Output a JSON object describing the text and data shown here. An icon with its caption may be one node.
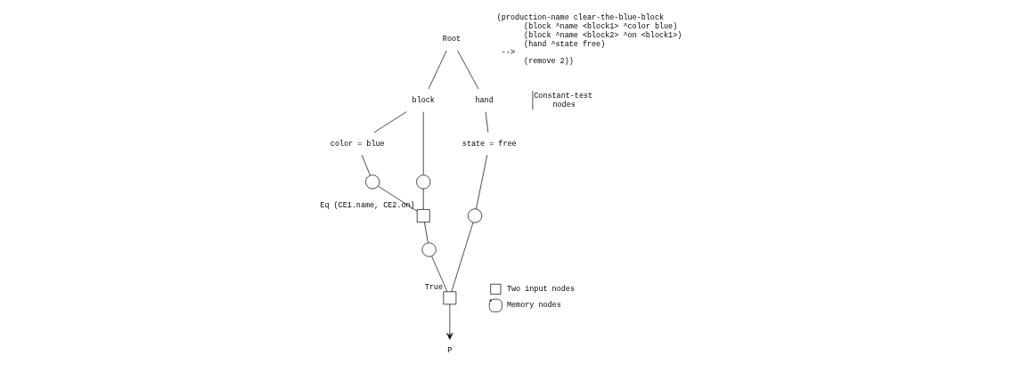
{
  "diagram": {
    "nodes": [
      {
        "text": [
          "Root"
        ]
      },
      {
        "text": [
          "block"
        ]
      },
      {
        "text": [
          "hand"
        ]
      },
      {
        "text": [
          "color = blue"
        ]
      },
      {
        "text": [],
        "shape": "circle"
      },
      {
        "text": [],
        "shape": "circle"
      },
      {
        "text": [
          "state = free"
        ]
      },
      {
        "text": [],
        "shape": "box",
        "beside": [
          "Eq (CE1.name, CE2.on)"
        ]
      },
      {
        "text": [],
        "shape": "circle"
      },
      {
        "text": [],
        "shape": "circle"
      },
      {
        "text": [],
        "shape": "box",
        "beside": [
          "True"
        ]
      },
      {
        "text": [
          "P"
        ]
      }
    ],
    "edges": [
      {
        "from": 0,
        "to": 1,
        "arrow": "none"
      },
      {
        "from": 0,
        "to": 2,
        "arrow": "none"
      },
      {
        "from": 1,
        "to": 3,
        "arrow": "none"
      },
      {
        "from": 1,
        "to": 5,
        "arrow": "none"
      },
      {
        "from": 2,
        "to": 6,
        "arrow": "none"
      },
      {
        "from": 3,
        "to": 4,
        "arrow": "none"
      },
      {
        "from": 4,
        "to": 7,
        "arrow": "none"
      },
      {
        "from": 5,
        "to": 7,
        "arrow": "none"
      },
      {
        "from": 7,
        "to": 8,
        "arrow": "none"
      },
      {
        "from": 6,
        "to": 9,
        "arrow": "none"
      },
      {
        "from": 8,
        "to": 10,
        "arrow": "none"
      },
      {
        "from": 9,
        "to": 10,
        "arrow": "none"
      },
      {
        "from": 10,
        "to": 11,
        "arrow": "to"
      }
    ],
    "labels": [
      "(production-name clear-the-blue-block",
      "(block ^name <block1> ^color blue)",
      "(block ^name <block2> ^on <block1>)",
      "(hand ^state free)",
      "-->",
      "(remove 2))",
      "Constant-test nodes"
    ],
    "legend": [
      {
        "text": "Two input nodes"
      },
      {
        "text": "Memory nodes"
      }
    ]
  }
}
